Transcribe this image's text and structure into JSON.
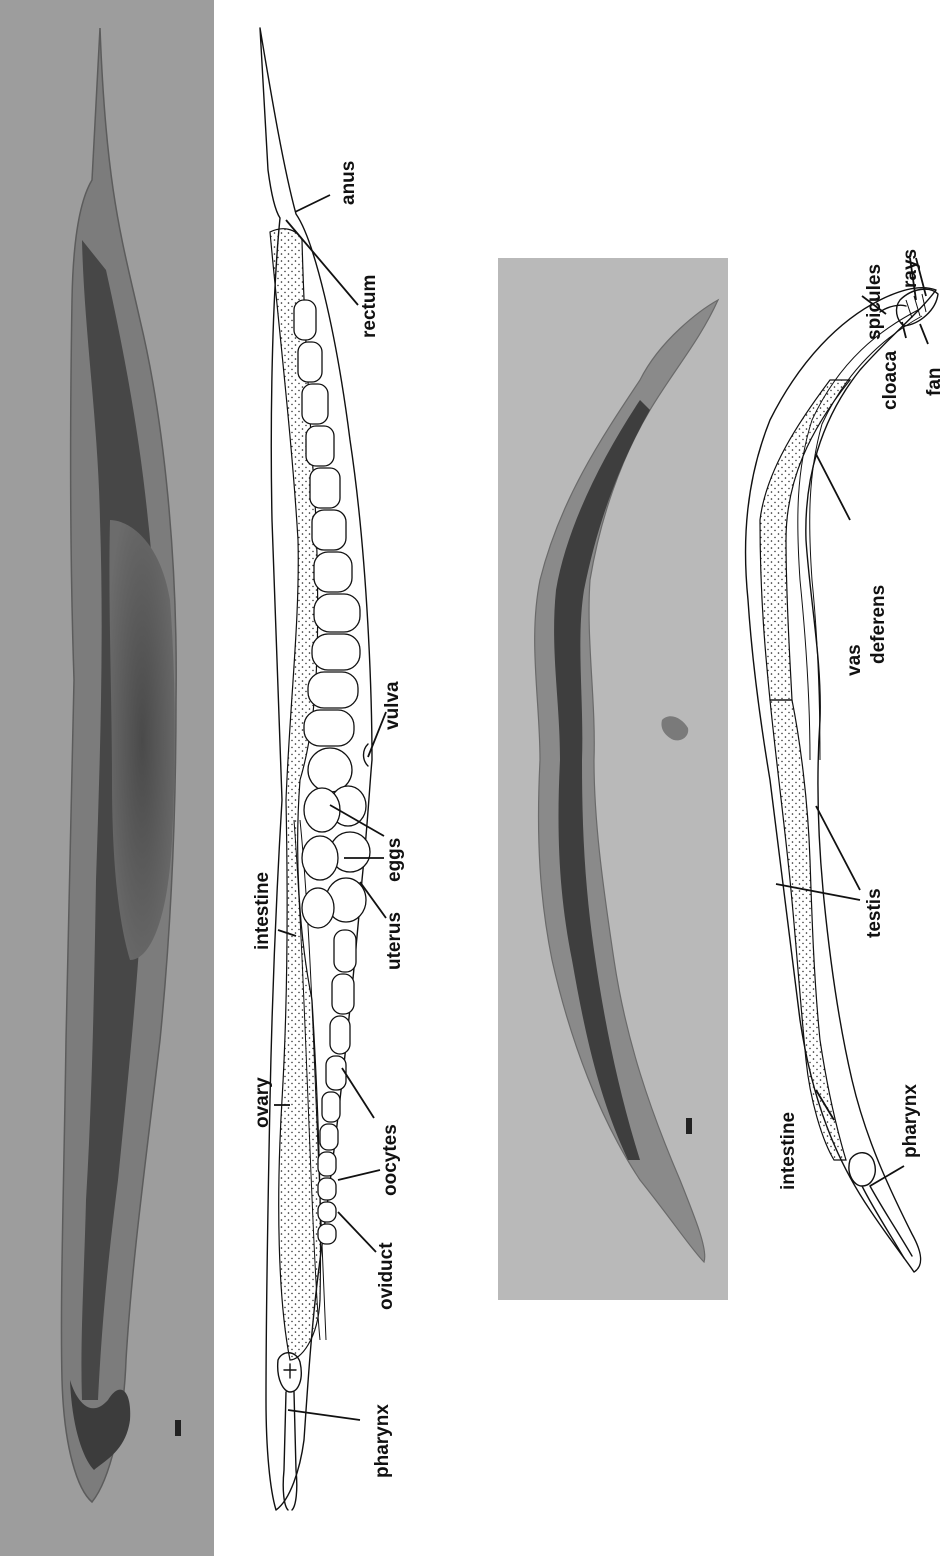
{
  "hermaphrodite_labels": {
    "anus": "anus",
    "rectum": "rectum",
    "vulva": "vulva",
    "eggs": "eggs",
    "uterus": "uterus",
    "intestine": "intestine",
    "ovary": "ovary",
    "oocytes": "oocytes",
    "oviduct": "oviduct",
    "pharynx": "pharynx"
  },
  "male_labels": {
    "rays": "rays",
    "spicules": "spicules",
    "cloaca": "cloaca",
    "fan": "fan",
    "vas": "vas",
    "deferens": "deferens",
    "testis": "testis",
    "intestine": "intestine",
    "pharynx": "pharynx"
  },
  "colors": {
    "photo_background": "#9a9a9a",
    "worm_body_dark": "#3a3a3a",
    "ink": "#111111"
  },
  "icons": [
    "scale-bar-icon"
  ]
}
